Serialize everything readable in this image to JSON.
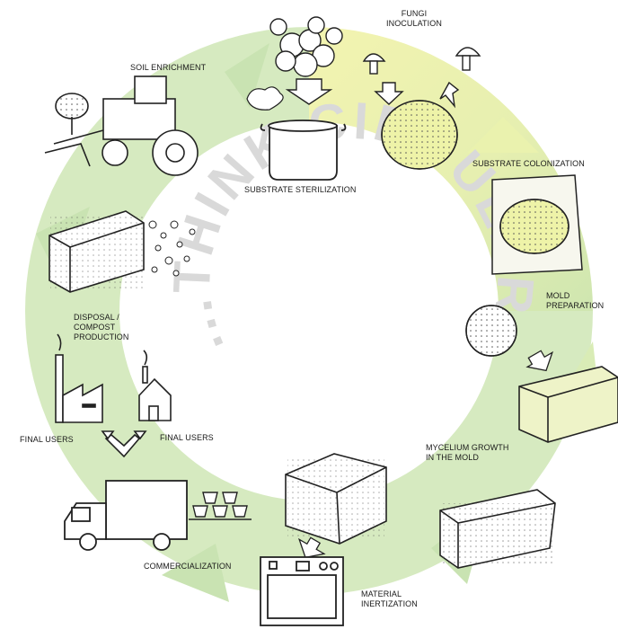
{
  "colors": {
    "green": "#cfe6b0",
    "yellow": "#f1f3a6",
    "ink": "#1a1a1a",
    "watermark": "#d9d9d9"
  },
  "center_title": "...THINK CIRCULAR",
  "steps": {
    "soil": "SOIL ENRICHMENT",
    "sterilization": "SUBSTRATE STERILIZATION",
    "inoculation": "FUNGI\nINOCULATION",
    "colonization": "SUBSTRATE COLONIZATION",
    "mold_prep": "MOLD\nPREPARATION",
    "mycelium": "MYCELIUM GROWTH\nIN THE MOLD",
    "inertization": "MATERIAL\nINERTIZATION",
    "commercialization": "COMMERCIALIZATION",
    "final_users_left": "FINAL USERS",
    "final_users_right": "FINAL USERS",
    "disposal": "DISPOSAL /\nCOMPOST\nPRODUCTION"
  }
}
